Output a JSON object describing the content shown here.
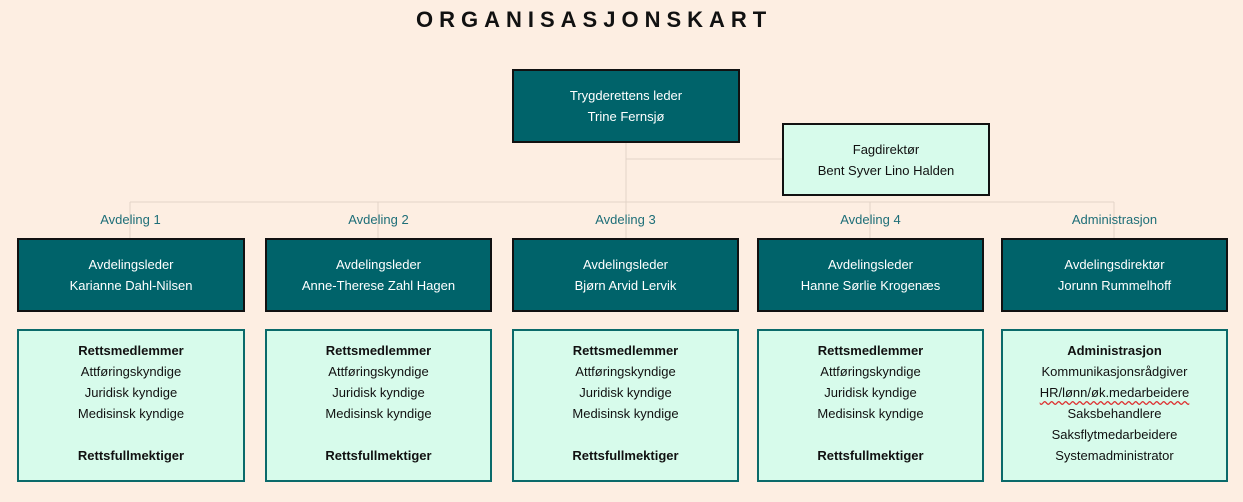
{
  "title": "ORGANISASJONSKART",
  "leader": {
    "role": "Trygderettens leder",
    "name": "Trine Fernsjø"
  },
  "fagdirektor": {
    "role": "Fagdirektør",
    "name": "Bent Syver Lino Halden"
  },
  "departments": [
    {
      "label": "Avdeling 1",
      "role": "Avdelingsleder",
      "name": "Karianne Dahl-Nilsen",
      "staff": [
        "Rettsmedlemmer",
        "Attføringskyndige",
        "Juridisk kyndige",
        "Medisinsk kyndige",
        "",
        "Rettsfullmektiger"
      ]
    },
    {
      "label": "Avdeling 2",
      "role": "Avdelingsleder",
      "name": "Anne-Therese Zahl Hagen",
      "staff": [
        "Rettsmedlemmer",
        "Attføringskyndige",
        "Juridisk kyndige",
        "Medisinsk kyndige",
        "",
        "Rettsfullmektiger"
      ]
    },
    {
      "label": "Avdeling 3",
      "role": "Avdelingsleder",
      "name": "Bjørn Arvid Lervik",
      "staff": [
        "Rettsmedlemmer",
        "Attføringskyndige",
        "Juridisk kyndige",
        "Medisinsk kyndige",
        "",
        "Rettsfullmektiger"
      ]
    },
    {
      "label": "Avdeling 4",
      "role": "Avdelingsleder",
      "name": "Hanne Sørlie Krogenæs",
      "staff": [
        "Rettsmedlemmer",
        "Attføringskyndige",
        "Juridisk kyndige",
        "Medisinsk kyndige",
        "",
        "Rettsfullmektiger"
      ]
    },
    {
      "label": "Administrasjon",
      "role": "Avdelingsdirektør",
      "name": "Jorunn Rummelhoff",
      "staff": [
        "Administrasjon",
        "Kommunikasjonsrådgiver",
        "HR/lønn/øk.medarbeidere",
        "Saksbehandlere",
        "Saksflytmedarbeidere",
        "Systemadministrator"
      ]
    }
  ],
  "colors": {
    "background": "#fdeee2",
    "dark_box": "#00636a",
    "light_box": "#d7fbeb",
    "dept_label": "#1e6e78"
  }
}
